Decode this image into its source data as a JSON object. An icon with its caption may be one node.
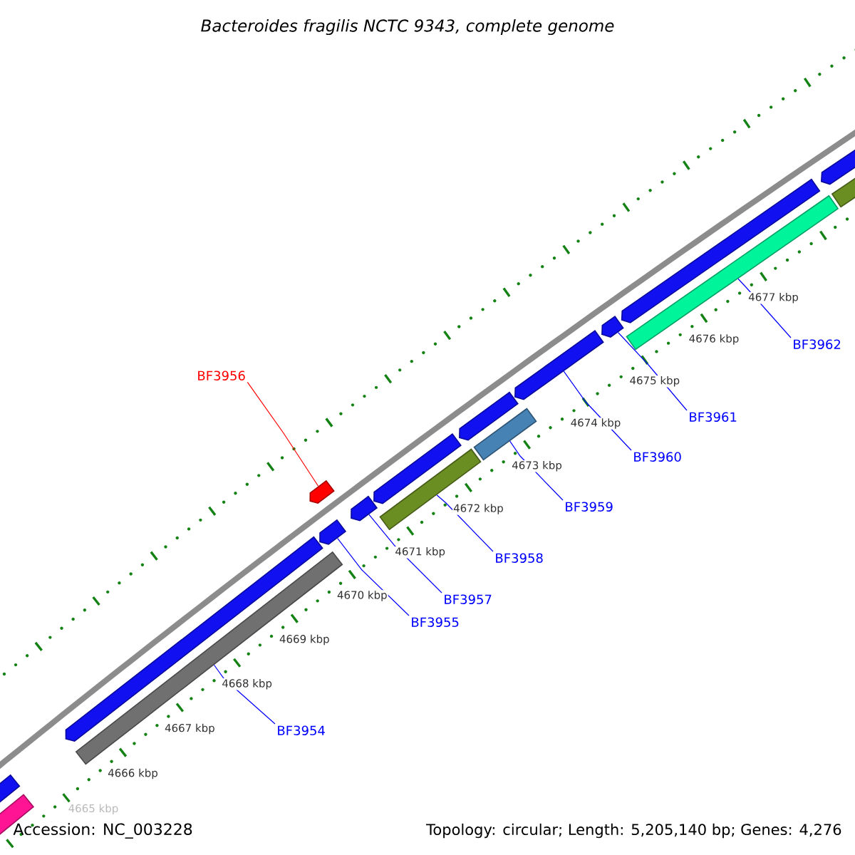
{
  "diagram": {
    "title": "Bacteroides fragilis NCTC 9343, complete genome",
    "nodes": [
      {
        "text": [],
        "shape": "pentagon"
      },
      {
        "text": [],
        "shape": "bar"
      },
      {
        "text": [],
        "shape": "pentagon"
      },
      {
        "text": [],
        "shape": "pentagon"
      },
      {
        "text": [],
        "shape": "pentagon"
      },
      {
        "text": [],
        "shape": "pentagon"
      },
      {
        "text": [],
        "shape": "pentagon"
      },
      {
        "text": [],
        "shape": "pentagon"
      },
      {
        "text": [],
        "shape": "pentagon"
      },
      {
        "text": [],
        "shape": "pentagon"
      },
      {
        "text": [],
        "shape": "pentagon"
      },
      {
        "text": [],
        "shape": "pentagon"
      },
      {
        "text": [],
        "shape": "bar"
      },
      {
        "text": [],
        "shape": "bar"
      },
      {
        "text": [],
        "shape": "bar"
      },
      {
        "text": [],
        "shape": "bar"
      },
      {
        "text": [],
        "shape": "bar"
      },
      {
        "text": [
          "BF3954"
        ]
      },
      {
        "text": [
          "BF3955"
        ]
      },
      {
        "text": [
          "BF3956"
        ]
      },
      {
        "text": [
          "BF3957"
        ]
      },
      {
        "text": [
          "BF3958"
        ]
      },
      {
        "text": [
          "BF3959"
        ]
      },
      {
        "text": [
          "BF3960"
        ]
      },
      {
        "text": [
          "BF3961"
        ]
      },
      {
        "text": [
          "BF3962"
        ]
      }
    ],
    "edges": [
      {
        "from": 17,
        "to": 12,
        "arrow": "none"
      },
      {
        "from": 18,
        "to": 3,
        "arrow": "none"
      },
      {
        "from": 19,
        "to": 11,
        "arrow": "none",
        "color": "#ff0000"
      },
      {
        "from": 20,
        "to": 4,
        "arrow": "none"
      },
      {
        "from": 21,
        "to": 13,
        "arrow": "none"
      },
      {
        "from": 22,
        "to": 14,
        "arrow": "none"
      },
      {
        "from": 23,
        "to": 7,
        "arrow": "none"
      },
      {
        "from": 24,
        "to": 8,
        "arrow": "none"
      },
      {
        "from": 25,
        "to": 15,
        "arrow": "none"
      }
    ],
    "labels": [
      "4665 kbp",
      "4666 kbp",
      "4667 kbp",
      "4668 kbp",
      "4669 kbp",
      "4670 kbp",
      "4671 kbp",
      "4672 kbp",
      "4673 kbp",
      "4674 kbp",
      "4675 kbp",
      "4676 kbp",
      "4677 kbp",
      "Accession: NC_003228",
      "Topology: circular; Length: 5,205,140 bp; Genes: 4,276"
    ]
  }
}
